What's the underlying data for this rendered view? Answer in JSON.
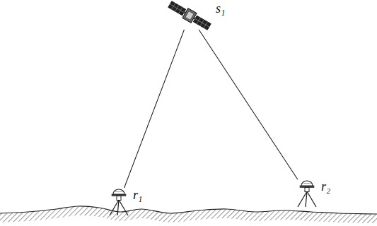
{
  "diagram": {
    "nodes": [
      {
        "text": [
          "s₁"
        ]
      },
      {
        "text": [
          "r₁"
        ]
      },
      {
        "text": [
          "r₂"
        ]
      }
    ],
    "edges": [
      {
        "from": 0,
        "to": 1,
        "arrow": "none"
      },
      {
        "from": 0,
        "to": 2,
        "arrow": "none"
      }
    ]
  }
}
